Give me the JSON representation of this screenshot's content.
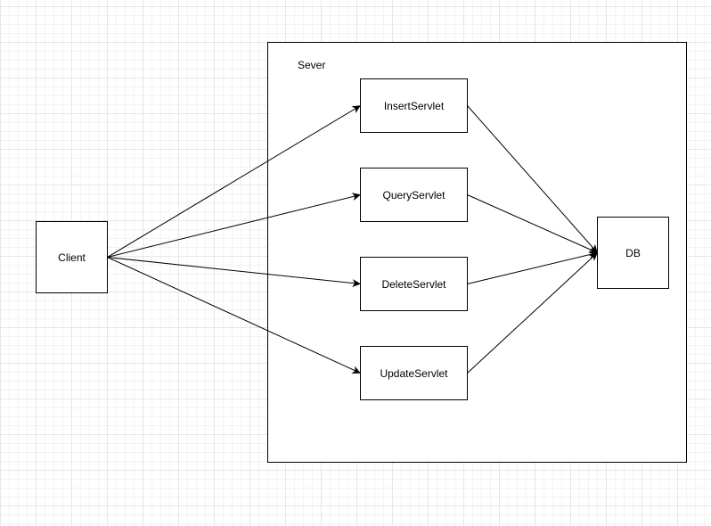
{
  "diagram": {
    "server": {
      "label": "Sever"
    },
    "nodes": {
      "client": "Client",
      "insert": "InsertServlet",
      "query": "QueryServlet",
      "delete": "DeleteServlet",
      "update": "UpdateServlet",
      "db": "DB"
    },
    "edges": [
      {
        "from": "client",
        "to": "insert"
      },
      {
        "from": "client",
        "to": "query"
      },
      {
        "from": "client",
        "to": "delete"
      },
      {
        "from": "client",
        "to": "update"
      },
      {
        "from": "insert",
        "to": "db"
      },
      {
        "from": "query",
        "to": "db"
      },
      {
        "from": "delete",
        "to": "db"
      },
      {
        "from": "update",
        "to": "db"
      }
    ]
  }
}
